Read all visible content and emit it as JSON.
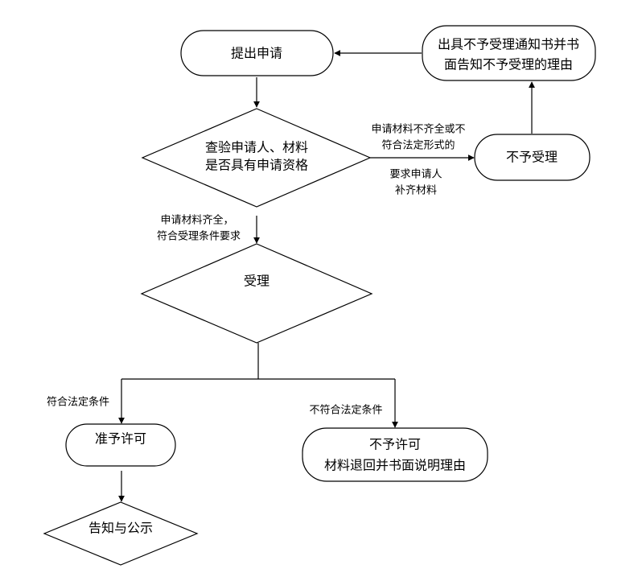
{
  "nodes": {
    "submit": "提出申请",
    "notice_line1": "出具不予受理通知书并书",
    "notice_line2": "面告知不予受理的理由",
    "check_line1": "查验申请人、材料",
    "check_line2": "是否具有申请资格",
    "reject_accept": "不予受理",
    "accept": "受理",
    "approve": "准予许可",
    "deny_line1": "不予许可",
    "deny_line2": "材料退回并书面说明理由",
    "publish": "告知与公示"
  },
  "edges": {
    "incomplete_line1": "申请材料不齐全或不",
    "incomplete_line2": "符合法定形式的",
    "supplement_line1": "要求申请人",
    "supplement_line2": "补齐材料",
    "complete_line1": "申请材料齐全，",
    "complete_line2": "符合受理条件要求",
    "meets": "符合法定条件",
    "not_meets": "不符合法定条件"
  }
}
